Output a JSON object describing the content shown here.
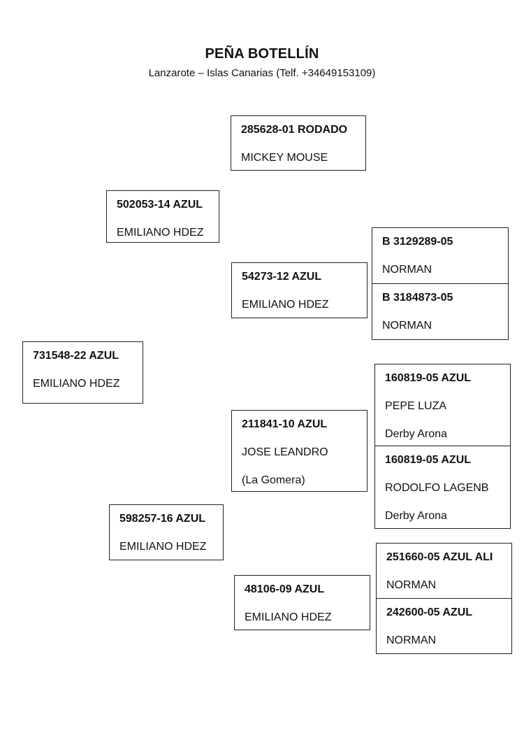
{
  "header": {
    "title": "PEÑA BOTELLÍN",
    "subtitle": "Lanzarote – Islas Canarias (Telf. +34649153109)"
  },
  "boxes": {
    "b1": {
      "ring": "285628-01 RODADO",
      "owner": "MICKEY MOUSE"
    },
    "b2": {
      "ring": "502053-14 AZUL",
      "owner": "EMILIANO HDEZ"
    },
    "b3": {
      "ring": "B 3129289-05",
      "owner": "NORMAN"
    },
    "b4": {
      "ring": "54273-12 AZUL",
      "owner": "EMILIANO HDEZ"
    },
    "b5": {
      "ring": "B 3184873-05",
      "owner": "NORMAN"
    },
    "b6": {
      "ring": "731548-22 AZUL",
      "owner": "EMILIANO HDEZ"
    },
    "b7": {
      "ring": "160819-05 AZUL",
      "owner": "PEPE LUZA",
      "note": "Derby Arona"
    },
    "b8": {
      "ring": "211841-10 AZUL",
      "owner": "JOSE LEANDRO",
      "note": "(La Gomera)"
    },
    "b9": {
      "ring": "160819-05 AZUL",
      "owner": "RODOLFO LAGENB",
      "note": "Derby Arona"
    },
    "b10": {
      "ring": "598257-16 AZUL",
      "owner": "EMILIANO HDEZ"
    },
    "b11": {
      "ring": "251660-05 AZUL ALI",
      "owner": "NORMAN"
    },
    "b12": {
      "ring": "48106-09 AZUL",
      "owner": "EMILIANO HDEZ"
    },
    "b13": {
      "ring": "242600-05 AZUL",
      "owner": "NORMAN"
    }
  }
}
